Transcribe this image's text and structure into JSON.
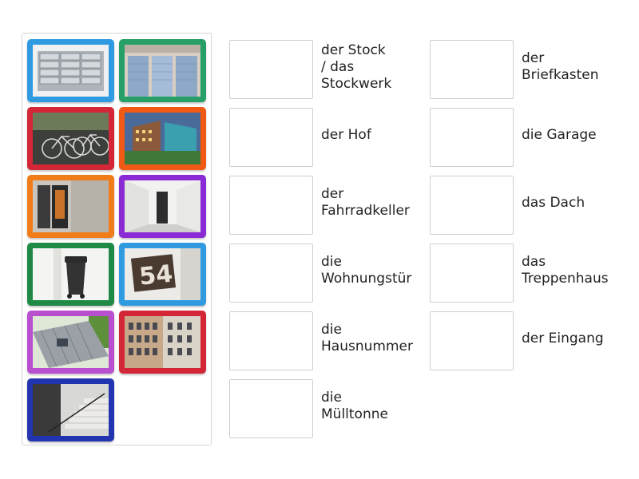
{
  "images": [
    {
      "name": "mailboxes-image",
      "frame": "#2f9ae0"
    },
    {
      "name": "garage-image",
      "frame": "#26a067"
    },
    {
      "name": "bicycles-image",
      "frame": "#d32636"
    },
    {
      "name": "courtyard-image",
      "frame": "#f15a14"
    },
    {
      "name": "entrance-door-image",
      "frame": "#f07d1a"
    },
    {
      "name": "hallway-door-image",
      "frame": "#8a2bd6"
    },
    {
      "name": "trash-bin-image",
      "frame": "#1f8a45"
    },
    {
      "name": "house-number-image",
      "frame": "#2f9ae0"
    },
    {
      "name": "roof-image",
      "frame": "#b84fcf"
    },
    {
      "name": "building-facade-image",
      "frame": "#d32636"
    },
    {
      "name": "staircase-image",
      "frame": "#2334b0"
    }
  ],
  "labels": {
    "stock": "der Stock\n/ das\nStockwerk",
    "briefkasten": "der\nBriefkasten",
    "hof": "der Hof",
    "garage": "die Garage",
    "fahrradkeller": "der\nFahrradkeller",
    "dach": "das Dach",
    "wohnungstuer": "die\nWohnungstür",
    "treppenhaus": "das\nTreppenhaus",
    "hausnummer": "die\nHausnummer",
    "eingang": "der Eingang",
    "muelltonne": "die\nMülltonne"
  }
}
